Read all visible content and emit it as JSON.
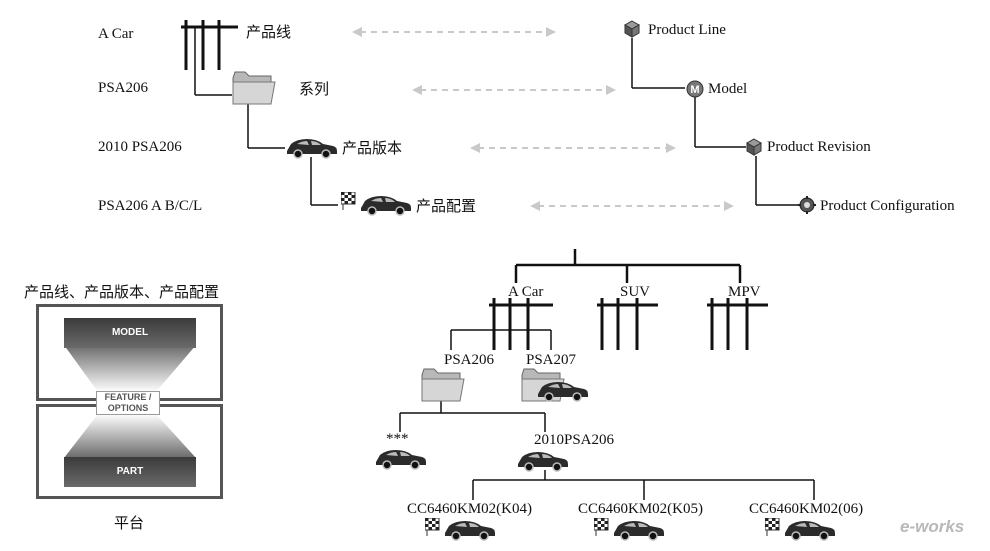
{
  "top_levels": {
    "row1": {
      "name": "A Car",
      "term": "产品线",
      "pdm": "Product Line"
    },
    "row2": {
      "name": "PSA206",
      "term": "系列",
      "pdm": "Model"
    },
    "row3": {
      "name": "2010 PSA206",
      "term": "产品版本",
      "pdm": "Product Revision"
    },
    "row4": {
      "name": "PSA206 A B/C/L",
      "term": "产品配置",
      "pdm": "Product Configuration"
    }
  },
  "platform": {
    "caption": "产品线、产品版本、产品配置",
    "model_label": "MODEL",
    "feature_label": "FEATURE / OPTIONS",
    "part_label": "PART",
    "footer": "平台"
  },
  "tree": {
    "lines": [
      "A Car",
      "SUV",
      "MPV"
    ],
    "models": [
      "PSA206",
      "PSA207"
    ],
    "revisions": [
      "***",
      "2010PSA206"
    ],
    "configs": [
      "CC6460KM02(K04)",
      "CC6460KM02(K05)",
      "CC6460KM02(06)"
    ]
  },
  "watermark": "e-works",
  "icons": {
    "productline": "cube-icon",
    "model": "model-m-icon",
    "revision": "revision-cube-icon",
    "config": "config-gear-icon",
    "folder": "folder-icon",
    "car": "car-icon",
    "flag": "checkered-flag-icon"
  }
}
